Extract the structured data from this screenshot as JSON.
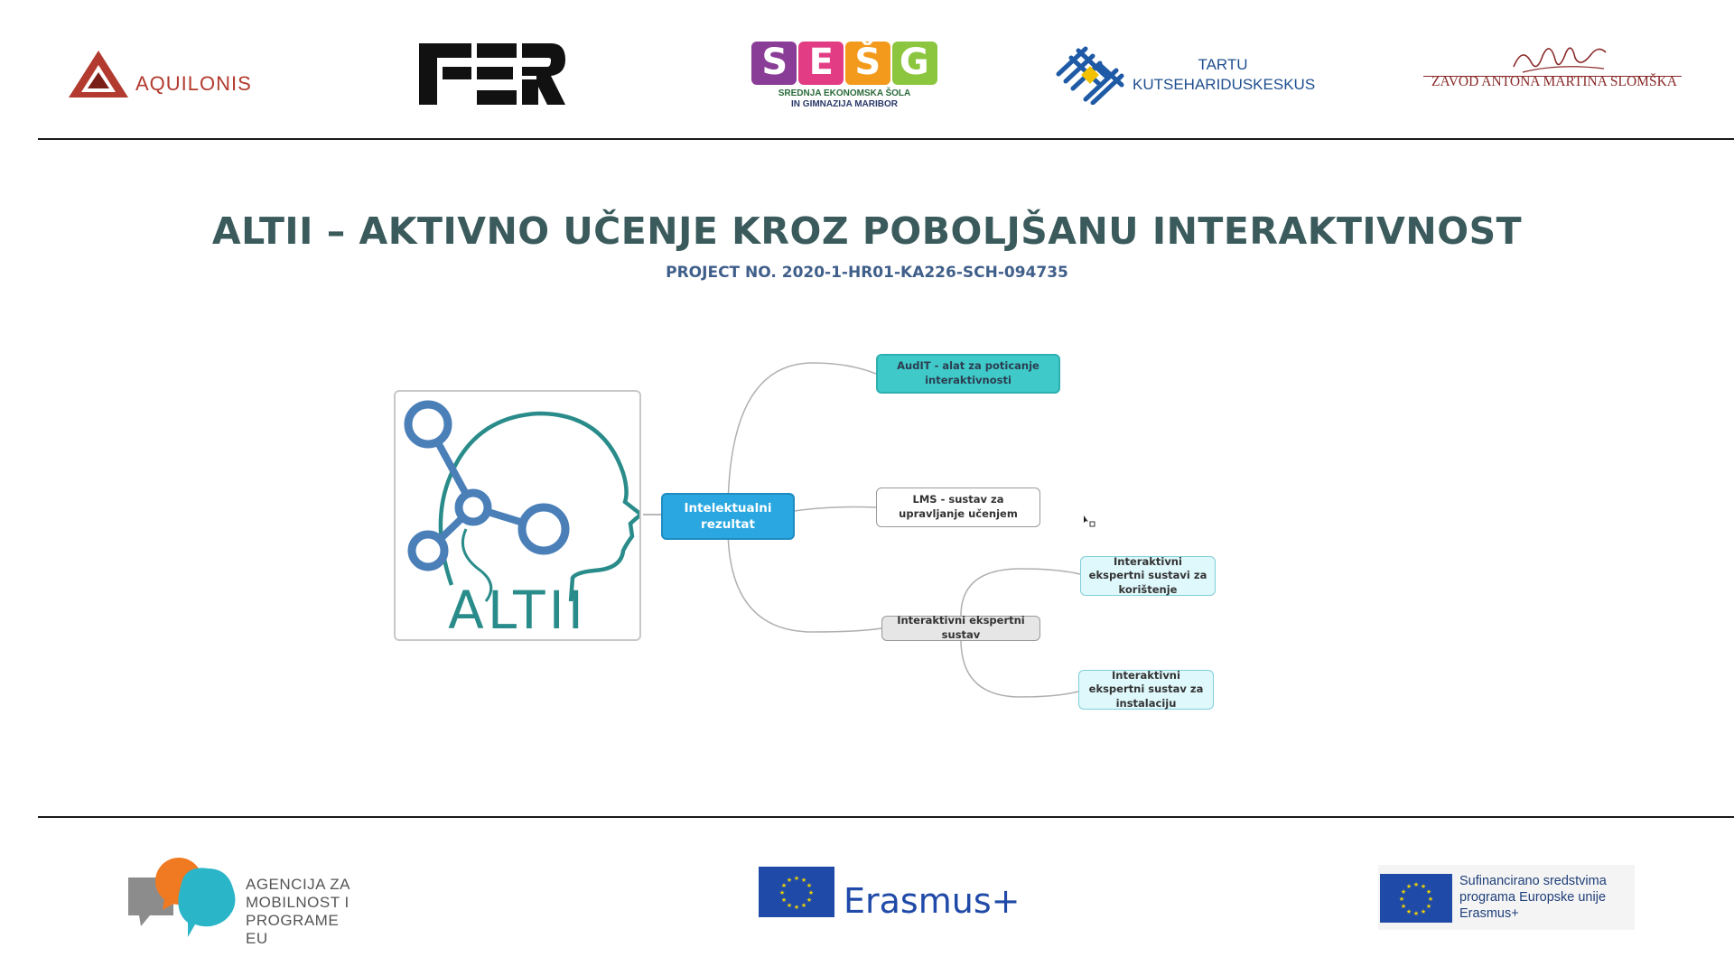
{
  "header_logos": {
    "aquilonis": "AQUILONIS",
    "fer": "FER",
    "sesg_letters": [
      "S",
      "E",
      "Š",
      "G"
    ],
    "sesg_line1": "SREDNJA EKONOMSKA ŠOLA",
    "sesg_line2": "IN GIMNAZIJA MARIBOR",
    "tartu_line1": "TARTU",
    "tartu_line2": "KUTSEHARIDUSKESKUS",
    "slomska": "ZAVOD ANTONA MARTINA SLOMŠKA"
  },
  "title": "ALTII – AKTIVNO UČENJE KROZ POBOLJŠANU INTERAKTIVNOST",
  "subtitle": "PROJECT NO. 2020-1-HR01-KA226-SCH-094735",
  "altii_logo_text": "ALTII",
  "mindmap": {
    "root": "Intelektualni rezultat",
    "branch_audit": "AudIT - alat za poticanje interaktivnosti",
    "branch_lms": "LMS - sustav za upravljanje učenjem",
    "branch_ies": "Interaktivni ekspertni sustav",
    "leaf_use": "Interaktivni ekspertni sustavi za korištenje",
    "leaf_install": "Interaktivni ekspertni sustav za instalaciju"
  },
  "footer_logos": {
    "agency_line1": "AGENCIJA ZA",
    "agency_line2": "MOBILNOST I",
    "agency_line3": "PROGRAME EU",
    "erasmus": "Erasmus+",
    "cofund_line1": "Sufinancirano sredstvima",
    "cofund_line2": "programa Europske unije",
    "cofund_line3": "Erasmus+"
  },
  "colors": {
    "title": "#3a5a5c",
    "subtitle": "#3f5f8a",
    "root_node": "#2aa7e0",
    "audit_node": "#3fc9c9",
    "leaf_nodes": "#dff8fb",
    "eu_blue": "#1f4aa8"
  }
}
